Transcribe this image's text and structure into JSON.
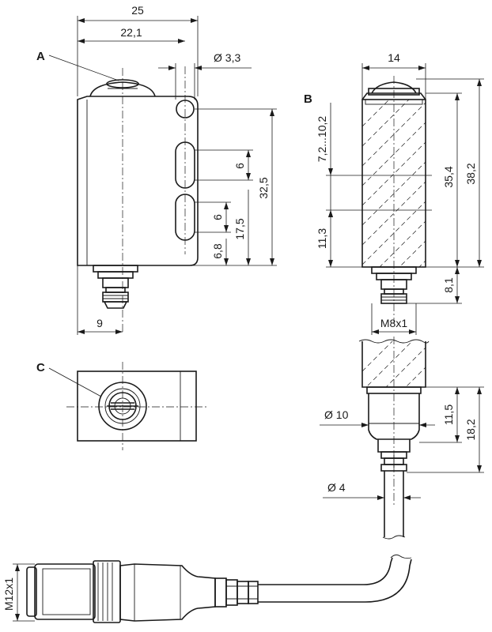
{
  "callouts": {
    "a": "A",
    "b": "B",
    "c": "C"
  },
  "front_view": {
    "width": "25",
    "body_width": "22,1",
    "hole_diameter": "Ø 3,3",
    "slot_length": "6",
    "hole_spacing": "32,5",
    "slot_length_lower": "6",
    "slot_position": "17,5",
    "bottom_offset": "6,8",
    "connector_offset": "9"
  },
  "side_view": {
    "width": "14",
    "optical_axis_range": "7,2...10,2",
    "lower_height": "11,3",
    "body_height": "35,4",
    "total_height": "38,2",
    "connector_length": "8,1",
    "thread": "M8x1"
  },
  "cable_view": {
    "sleeve_diameter": "Ø 10",
    "sleeve_length": "11,5",
    "total_length": "18,2",
    "cable_diameter": "Ø 4"
  },
  "connector_view": {
    "thread": "M12x1"
  }
}
